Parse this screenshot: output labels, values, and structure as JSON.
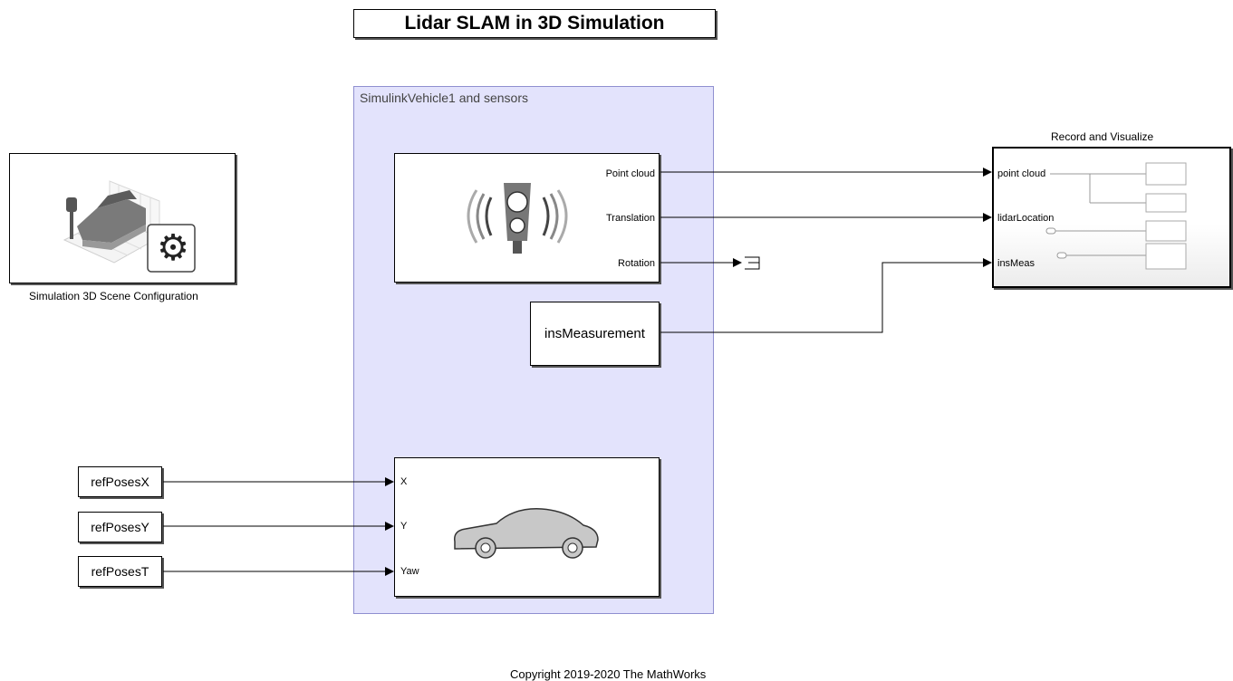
{
  "title": "Lidar SLAM in 3D Simulation",
  "area_label": "SimulinkVehicle1 and sensors",
  "scene_config": {
    "caption": "Simulation 3D Scene Configuration",
    "icon": "gear-icon"
  },
  "lidar_block": {
    "icon": "lidar-sensor-icon",
    "outputs": [
      "Point cloud",
      "Translation",
      "Rotation"
    ]
  },
  "ins_block": {
    "label": "insMeasurement"
  },
  "vehicle_block": {
    "icon": "car-icon",
    "inputs": [
      "X",
      "Y",
      "Yaw"
    ]
  },
  "ref_poses": [
    "refPosesX",
    "refPosesY",
    "refPosesT"
  ],
  "record_block": {
    "caption": "Record and Visualize",
    "inputs": [
      "point cloud",
      "lidarLocation",
      "insMeas"
    ]
  },
  "copyright": "Copyright 2019-2020 The MathWorks"
}
